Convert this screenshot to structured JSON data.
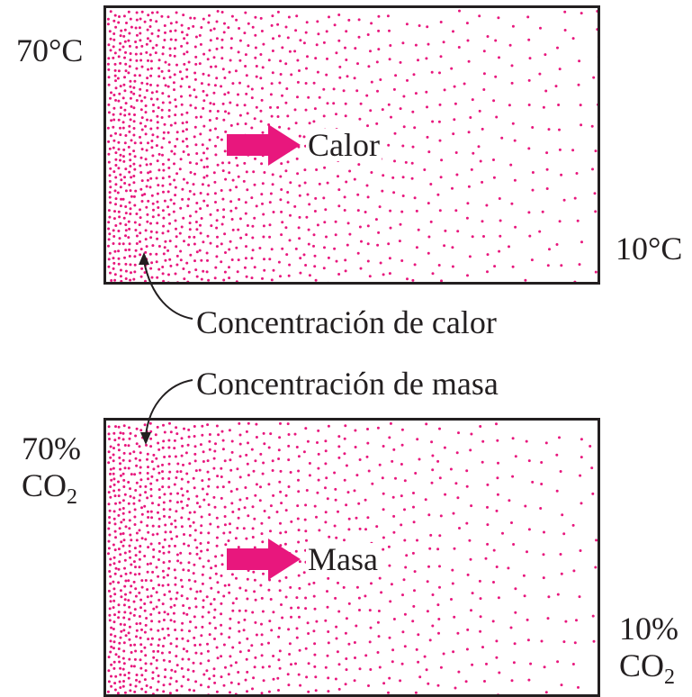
{
  "colors": {
    "dots": "#e8177d",
    "arrow": "#e8177d",
    "border": "#231f20",
    "text": "#231f20"
  },
  "heat_panel": {
    "left_temperature": "70°C",
    "right_temperature": "10°C",
    "flow_label": "Calor",
    "flow_arrow_icon": "right-arrow-icon",
    "callout": "Concentración de calor"
  },
  "mass_panel": {
    "left_concentration": "70%",
    "left_species": "CO",
    "left_subscript": "2",
    "right_concentration": "10%",
    "right_species": "CO",
    "right_subscript": "2",
    "flow_label": "Masa",
    "flow_arrow_icon": "right-arrow-icon",
    "callout": "Concentración de masa"
  }
}
